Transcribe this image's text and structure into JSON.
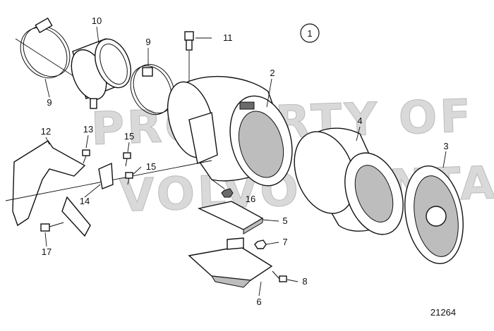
{
  "diagram": {
    "view_number": "1",
    "drawing_number": "21264",
    "watermark": {
      "line1": "PROPERTY OF",
      "line2": "VOLVO PENTA"
    },
    "callouts": [
      "10",
      "9",
      "11",
      "2",
      "9",
      "4",
      "3",
      "12",
      "13",
      "15",
      "15",
      "14",
      "16",
      "5",
      "7",
      "17",
      "8",
      "6"
    ]
  }
}
